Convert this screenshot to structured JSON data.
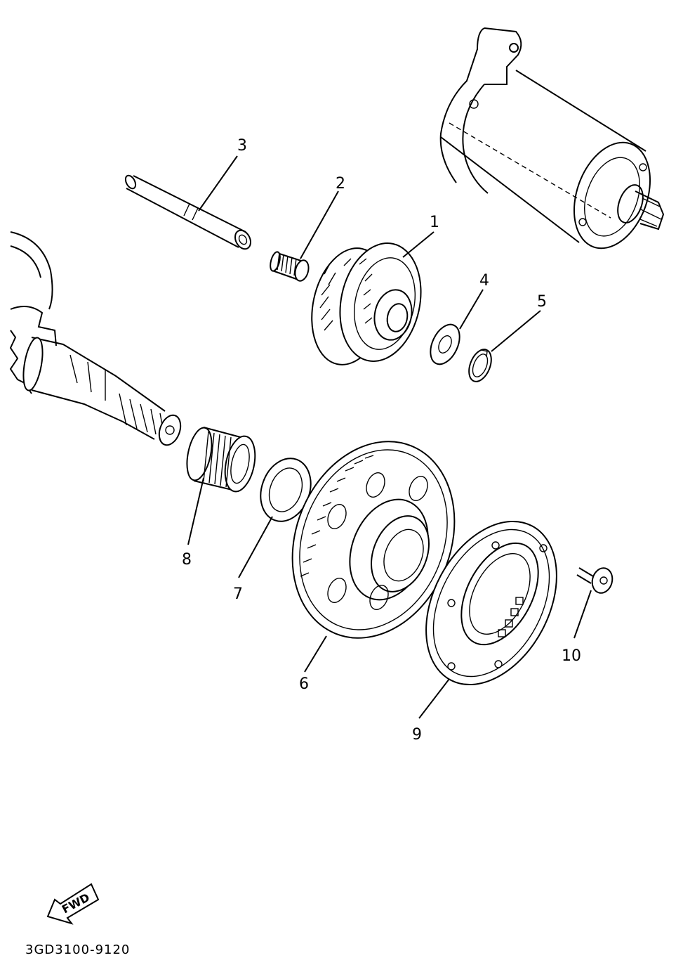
{
  "diagram": {
    "part_code": "3GD3100-9120",
    "fwd_label": "FWD",
    "callouts": [
      "1",
      "2",
      "3",
      "4",
      "5",
      "6",
      "7",
      "8",
      "9",
      "10"
    ],
    "parts": [
      "starter-motor",
      "idler-gear",
      "needle-bearing",
      "idler-shaft",
      "washer",
      "circlip",
      "starter-clutch-gear",
      "thrust-washer",
      "clutch-bearing",
      "starter-clutch",
      "bolt",
      "crankshaft"
    ]
  }
}
